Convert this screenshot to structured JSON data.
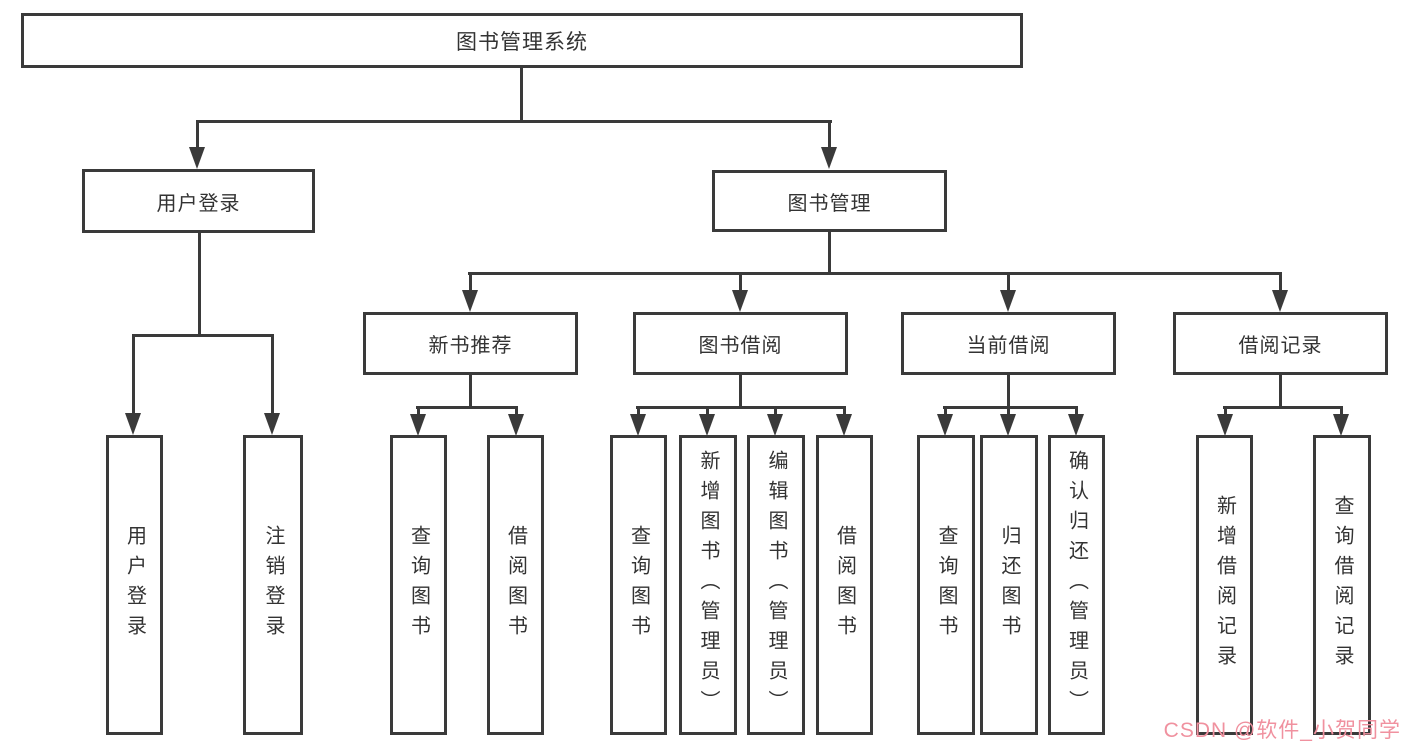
{
  "tree": {
    "root": {
      "label": "图书管理系统"
    },
    "branches": [
      {
        "label": "用户登录",
        "children": [
          {
            "label": "用户登录"
          },
          {
            "label": "注销登录"
          }
        ]
      },
      {
        "label": "图书管理",
        "children": [
          {
            "label": "新书推荐",
            "children": [
              {
                "label": "查询图书"
              },
              {
                "label": "借阅图书"
              }
            ]
          },
          {
            "label": "图书借阅",
            "children": [
              {
                "label": "查询图书"
              },
              {
                "label": "新增图书（管理员）"
              },
              {
                "label": "编辑图书（管理员）"
              },
              {
                "label": "借阅图书"
              }
            ]
          },
          {
            "label": "当前借阅",
            "children": [
              {
                "label": "查询图书"
              },
              {
                "label": "归还图书"
              },
              {
                "label": "确认归还（管理员）"
              }
            ]
          },
          {
            "label": "借阅记录",
            "children": [
              {
                "label": "新增借阅记录"
              },
              {
                "label": "查询借阅记录"
              }
            ]
          }
        ]
      }
    ]
  },
  "watermark": {
    "text": "CSDN @软件_小贺同学"
  },
  "colors": {
    "line": "#3a3a3a",
    "text": "#333333",
    "background": "#ffffff",
    "watermark": "#f0919f"
  }
}
